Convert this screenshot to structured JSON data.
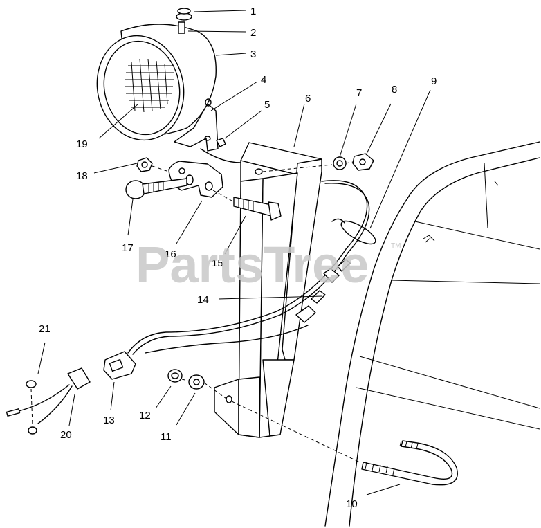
{
  "watermark": {
    "text": "PartsTree",
    "trademark": "TM"
  },
  "callouts": [
    "1",
    "2",
    "3",
    "4",
    "5",
    "6",
    "7",
    "8",
    "9",
    "10",
    "11",
    "12",
    "13",
    "14",
    "15",
    "16",
    "17",
    "18",
    "19",
    "20",
    "21"
  ]
}
